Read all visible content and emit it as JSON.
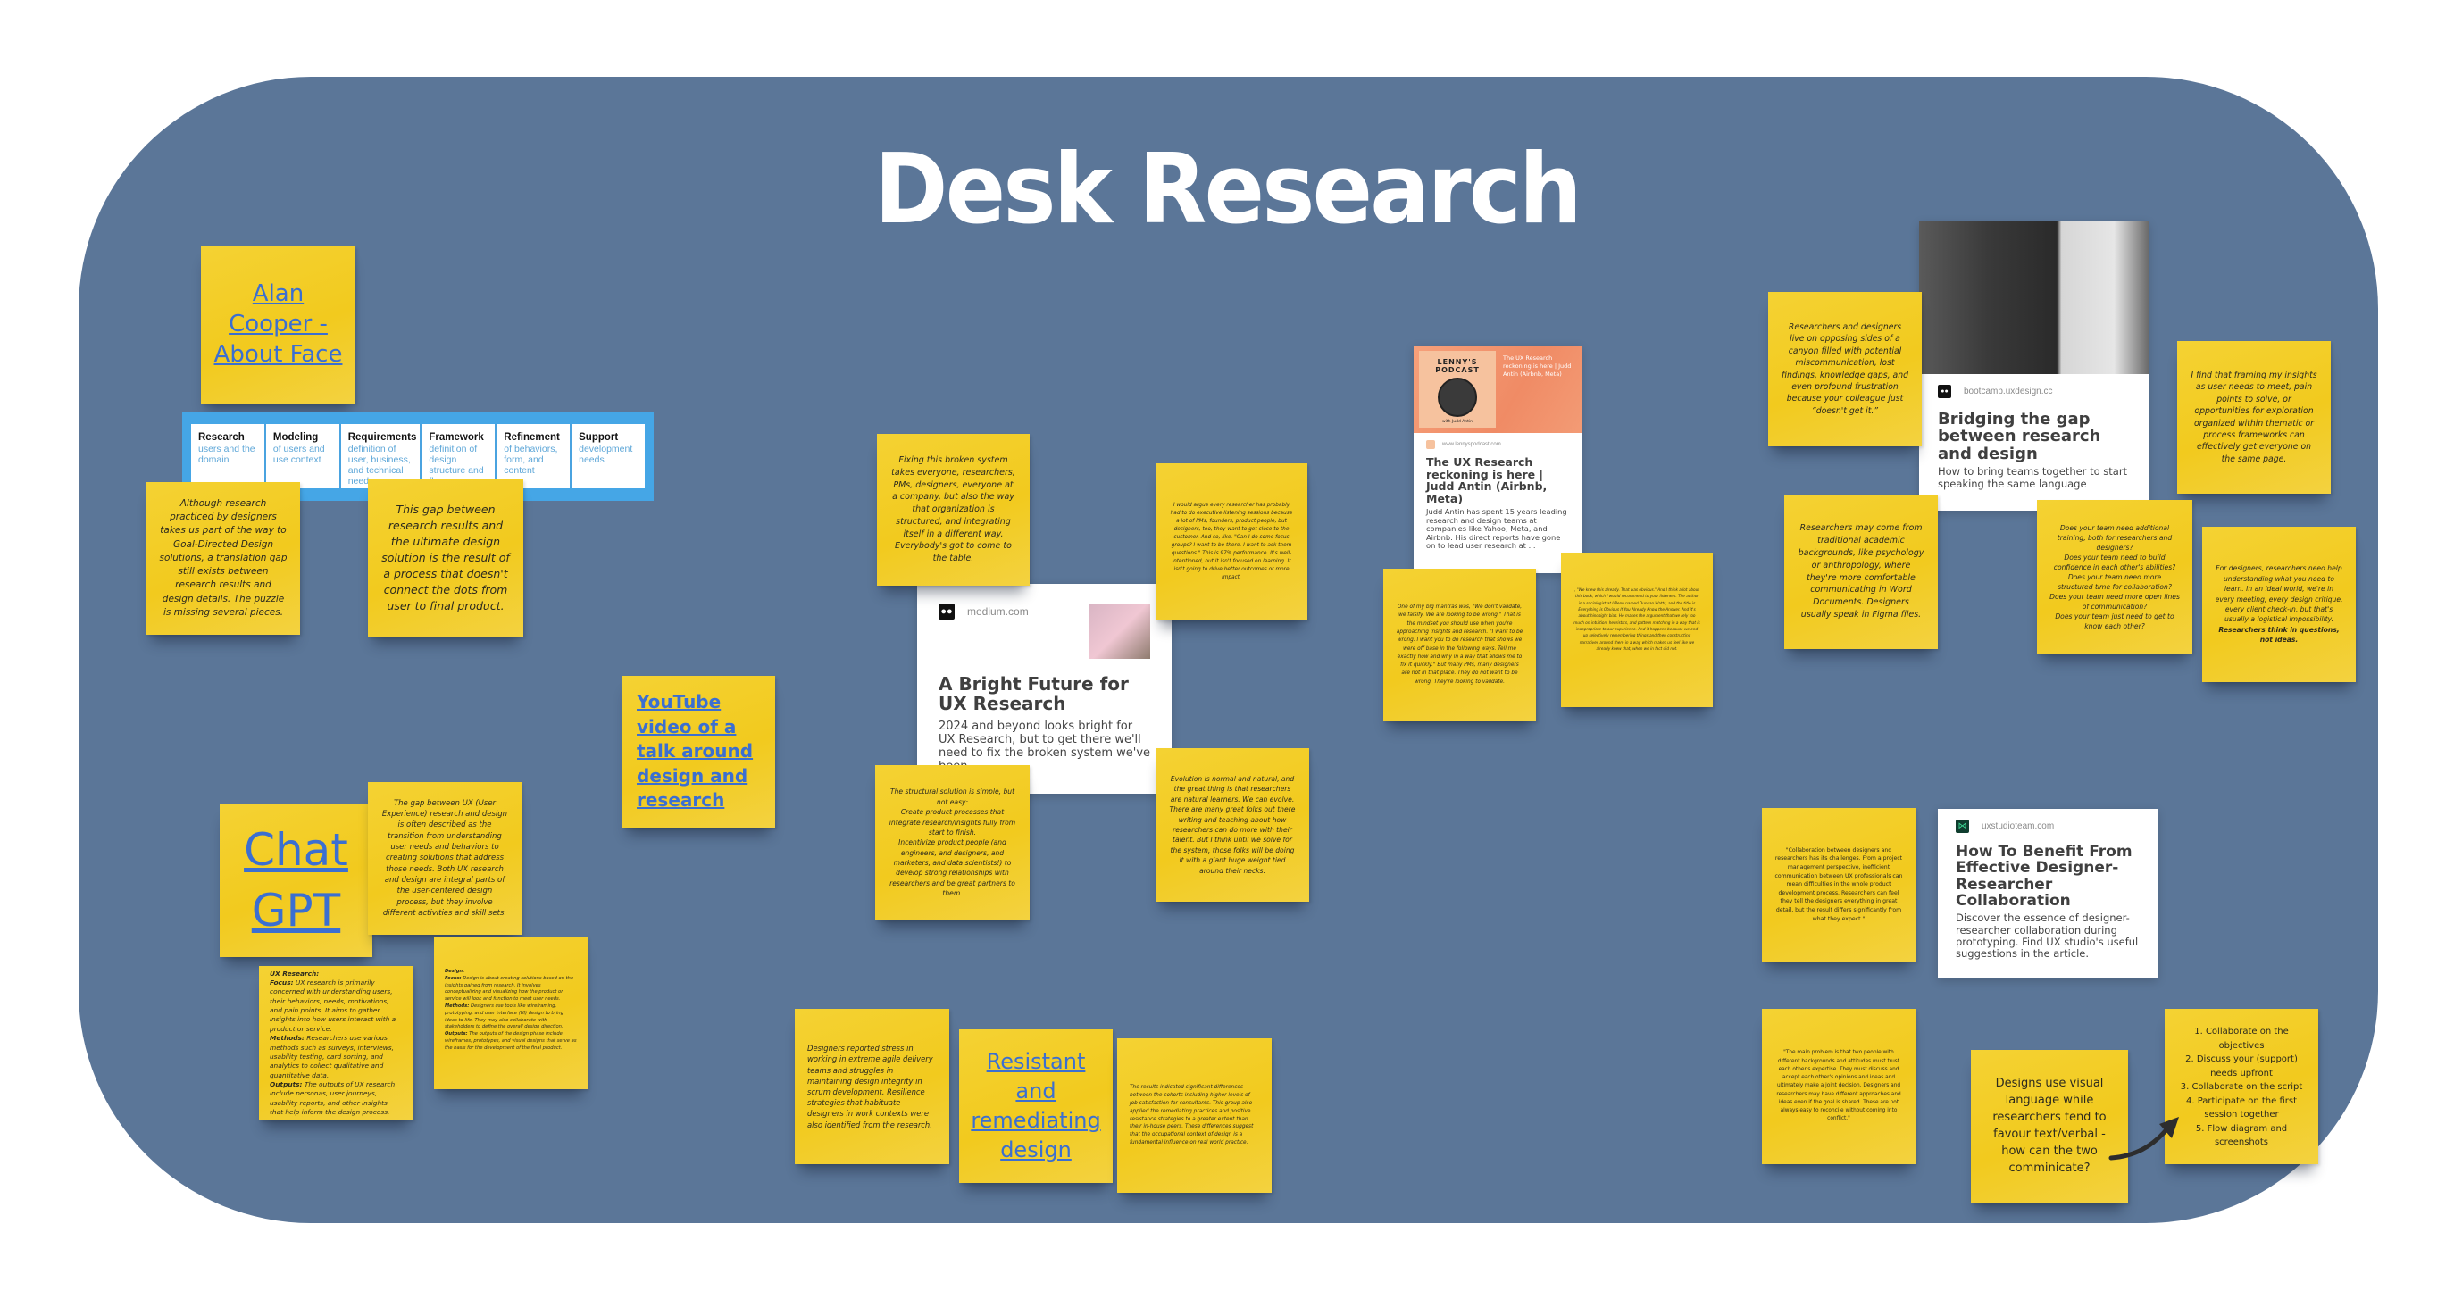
{
  "board": {
    "title": "Desk Research",
    "background_color": "#5b7698",
    "sticky_color": "#f2ca1e",
    "link_color": "#3b6fd1"
  },
  "links": {
    "alan_cooper": "Alan Cooper - About Face",
    "youtube": "YouTube video of a talk around design and research",
    "chatgpt": "Chat GPT",
    "resistant": "Resistant and remediating design"
  },
  "process_diagram": {
    "steps": [
      {
        "name": "Research",
        "desc": "users and the domain"
      },
      {
        "name": "Modeling",
        "desc": "of users and use context"
      },
      {
        "name": "Requirements",
        "desc": "definition of user, business, and technical needs"
      },
      {
        "name": "Framework",
        "desc": "definition of design structure and flow"
      },
      {
        "name": "Refinement",
        "desc": "of behaviors, form, and content"
      },
      {
        "name": "Support",
        "desc": "development needs"
      }
    ]
  },
  "stickies": {
    "although": "Although research practiced by designers takes us part of the way to Goal-Directed Design solutions, a translation gap still exists between research results and design details. The puzzle is missing several pieces.",
    "this_gap": "This gap between research results and the ultimate design solution is the result of a process that doesn't connect the dots from user to final product.",
    "gap_ux": "The gap between UX (User Experience) research and design is often described as the transition from understanding user needs and behaviors to creating solutions that address those needs. Both UX research and design are integral parts of the user-centered design process, but they involve different activities and skill sets.",
    "ux_research": {
      "heading": "UX Research:",
      "focus_label": "Focus:",
      "focus": "UX research is primarily concerned with understanding users, their behaviors, needs, motivations, and pain points. It aims to gather insights into how users interact with a product or service.",
      "methods_label": "Methods:",
      "methods": "Researchers use various methods such as surveys, interviews, usability testing, card sorting, and analytics to collect qualitative and quantitative data.",
      "outputs_label": "Outputs:",
      "outputs": "The outputs of UX research include personas, user journeys, usability reports, and other insights that help inform the design process."
    },
    "design": {
      "heading": "Design:",
      "focus_label": "Focus:",
      "focus": "Design is about creating solutions based on the insights gained from research. It involves conceptualizing and visualizing how the product or service will look and function to meet user needs.",
      "methods_label": "Methods:",
      "methods": "Designers use tools like wireframing, prototyping, and user interface (UI) design to bring ideas to life. They may also collaborate with stakeholders to define the overall design direction.",
      "outputs_label": "Outputs:",
      "outputs": "The outputs of the design phase include wireframes, prototypes, and visual designs that serve as the basis for the development of the final product."
    },
    "fixing": "Fixing this broken system takes everyone, researchers, PMs, designers, everyone at a company, but also the way that organization is structured, and integrating itself in a different way. Everybody's got to come to the table.",
    "argue": "I would argue every researcher has probably had to do executive listening sessions because a lot of PMs, founders, product people, but designers, too, they want to get close to the customer. And so, like, \"Can I do some focus groups? I want to be there. I want to ask them questions.\" This is 97% performance. It's well-intentioned, but it isn't focused on learning. It isn't going to drive better outcomes or more impact.",
    "structural": "The structural solution is simple, but not easy:\nCreate product processes that integrate research/insights fully from start to finish.\nIncentivize product people (and engineers, and designers, and marketers, and data scientists!) to develop strong relationships with researchers and be great partners to them.",
    "evolution": "Evolution is normal and natural, and the great thing is that researchers are natural learners. We can evolve. There are many great folks out there writing and teaching about how researchers can do more with their talent. But I think until we solve for the system, those folks will be doing it with a giant huge weight tied around their necks.",
    "designers_reported": "Designers reported stress in working in extreme agile delivery teams and struggles in maintaining design integrity in scrum development. Resilience strategies that habituate designers in work contexts were also identified from the research.",
    "results": "The results indicated significant differences between the cohorts including higher levels of job satisfaction for consultants. This group also applied the remediating practices and positive resistance strategies to a greater extent than their in-house peers. These differences suggest that the occupational context of design is a fundamental influence on real world practice.",
    "mantras": "One of my big mantras was, \"We don't validate, we falsify. We are looking to be wrong.\" That is the mindset you should use when you're approaching insights and research. \"I want to be wrong. I want you to do research that shows we were off base in the following ways. Tell me exactly how and why in a way that allows me to fix it quickly.\" But many PMs, many designers are not in that place. They do not want to be wrong. They're looking to validate.",
    "we_knew": ", \"We knew this already. That was obvious.\" And I think a lot about this book, which I would recommend to your listeners. The author is a sociologist at UPenn named Duncan Watts, and the title is Everything is Obvious If You Already Know the Answer. And it's about hindsight bias. He makes the argument that we rely too much on intuition, heuristics, and pattern matching in a way that is inappropriate to our experience.  And it happens because we end up selectively remembering things and then constructing narratives around them in a way which makes us feel like we already knew that, when we in fact did not.",
    "canyon": "Researchers and designers live on opposing sides of a canyon filled with potential miscommunication, lost findings, knowledge gaps, and even profound frustration because your colleague just “doesn't get it.”",
    "framing": "I find that framing my insights as user needs to meet, pain points to solve, or opportunities for exploration organized within thematic or process frameworks can effectively get everyone on the same page.",
    "backgrounds": "Researchers may come from traditional academic backgrounds, like psychology or anthropology, where they're more comfortable communicating in Word Documents. Designers usually speak in Figma files.",
    "team_questions": "Does your team need additional training, both for researchers and designers?\nDoes your team need to build confidence in each other's abilities?\nDoes your team need more structured time for collaboration?\nDoes your team need more open lines of communication?\nDoes your team just need to get to know each other?",
    "for_designers": "For designers, researchers need help understanding what you need to learn. In an ideal world, we're in every meeting, every design critique, every client check-in, but that's usually a logistical impossibility.",
    "for_designers_bold": "Researchers think in questions, not ideas.",
    "collaboration": "\"Collaboration between designers and researchers has its challenges. From a project management perspective, inefficient communication between UX professionals can mean difficulties in the whole product development process. Researchers can feel they tell the designers everything in great detail, but the result differs significantly from what they expect.\"",
    "main_problem": "\"The main problem is that two people with different backgrounds and attitudes must trust each other's expertise. They must discuss and accept each other's opinions and ideas and ultimately make a joint decision. Designers and researchers may have different approaches and ideas even if the goal is shared. These are not always easy to reconcile without coming into conflict.\"",
    "visual_language": "Designs use visual language while researchers tend to favour text/verbal - how can the two comminicate?",
    "collab_steps": "1. Collaborate on the objectives\n2. Discuss your (support) needs upfront\n3. Collaborate on the script\n4. Participate on the first session together\n5. Flow diagram and screenshots"
  },
  "cards": {
    "medium": {
      "source": "medium.com",
      "title": "A Bright Future for UX Research",
      "description": "2024 and beyond looks bright for UX Research, but to get there we'll need to fix the broken system we've been"
    },
    "lenny": {
      "banner_title": "The UX Research reckoning is here | Judd Antin (Airbnb, Meta)",
      "podcast_label": "LENNY'S PODCAST",
      "podcast_sub": "with Judd Antin",
      "source": "www.lennyspodcast.com",
      "title": "The UX Research reckoning is here | Judd Antin (Airbnb, Meta)",
      "description": "Judd Antin has spent 15 years leading research and design teams at companies like Yahoo, Meta, and Airbnb. His direct reports have gone on to lead user research at ..."
    },
    "bootcamp": {
      "source": "bootcamp.uxdesign.cc",
      "title": "Bridging the gap between research and design",
      "description": "How to bring teams together to start speaking the same language"
    },
    "uxstudio": {
      "source": "uxstudioteam.com",
      "title": "How To Benefit From Effective Designer-Researcher Collaboration",
      "description": "Discover the essence of designer-researcher collaboration during prototyping. Find UX studio's useful suggestions in the article."
    }
  }
}
